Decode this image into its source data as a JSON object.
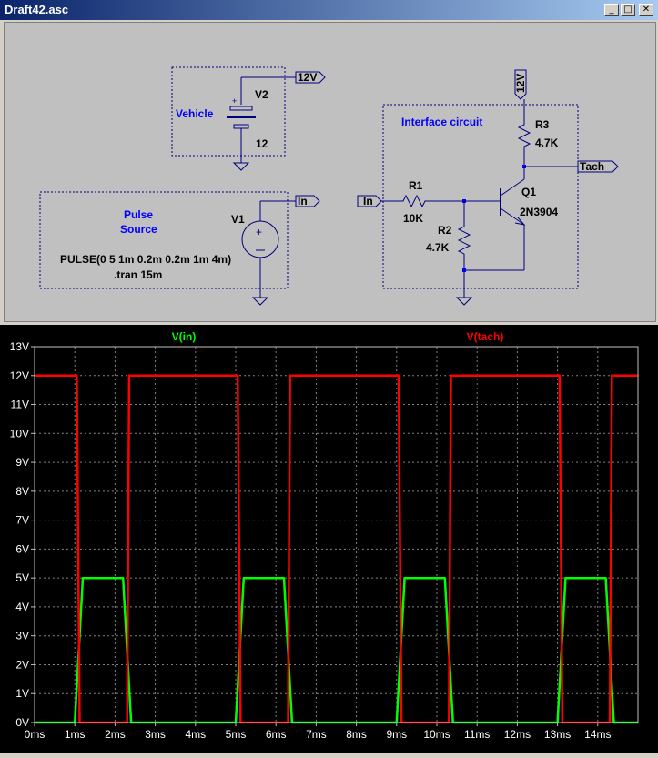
{
  "window": {
    "title": "Draft42.asc",
    "minimize": "_",
    "maximize": "□",
    "close": "✕"
  },
  "schematic": {
    "vehicle_label": "Vehicle",
    "v2_name": "V2",
    "v2_value": "12",
    "plus_sign": "+",
    "net_12v": "12V",
    "pulse_label_1": "Pulse",
    "pulse_label_2": "Source",
    "v1_name": "V1",
    "pulse_directive": "PULSE(0 5 1m 0.2m 0.2m 1m 4m)",
    "tran_directive": ".tran 15m",
    "net_in": "In",
    "interface_label": "Interface circuit",
    "r1_name": "R1",
    "r1_value": "10K",
    "r2_name": "R2",
    "r2_value": "4.7K",
    "r3_name": "R3",
    "r3_value": "4.7K",
    "q1_name": "Q1",
    "q1_model": "2N3904",
    "net_tach": "Tach",
    "net_12v_top": "12V"
  },
  "colors": {
    "background": "#d4d0c8",
    "schematic_bg": "#c0c0c0",
    "wire": "#000080",
    "ground": "#000080",
    "plot_bg": "#000000",
    "v_in": "#00ff00",
    "v_tach": "#ff0000",
    "grid": "#808080"
  },
  "chart_data": {
    "type": "line",
    "title": "",
    "xlabel": "",
    "ylabel": "",
    "xlim": [
      0,
      15
    ],
    "ylim": [
      0,
      13
    ],
    "x_ticks": [
      "0ms",
      "1ms",
      "2ms",
      "3ms",
      "4ms",
      "5ms",
      "6ms",
      "7ms",
      "8ms",
      "9ms",
      "10ms",
      "11ms",
      "12ms",
      "13ms",
      "14ms"
    ],
    "y_ticks": [
      "0V",
      "1V",
      "2V",
      "3V",
      "4V",
      "5V",
      "6V",
      "7V",
      "8V",
      "9V",
      "10V",
      "11V",
      "12V",
      "13V"
    ],
    "grid": true,
    "series": [
      {
        "name": "V(in)",
        "color": "#00ff00",
        "x": [
          0,
          1,
          1.2,
          2.2,
          2.4,
          5,
          5.2,
          6.2,
          6.4,
          9,
          9.2,
          10.2,
          10.4,
          13,
          13.2,
          14.2,
          14.4,
          15
        ],
        "y": [
          0,
          0,
          5,
          5,
          0,
          0,
          5,
          5,
          0,
          0,
          5,
          5,
          0,
          0,
          5,
          5,
          0,
          0
        ]
      },
      {
        "name": "V(tach)",
        "color": "#ff0000",
        "x": [
          0,
          1.05,
          1.12,
          2.3,
          2.35,
          5.05,
          5.12,
          6.3,
          6.35,
          9.05,
          9.12,
          10.3,
          10.35,
          13.05,
          13.12,
          14.3,
          14.35,
          15
        ],
        "y": [
          12,
          12,
          0,
          0,
          12,
          12,
          0,
          0,
          12,
          12,
          0,
          0,
          12,
          12,
          0,
          0,
          12,
          12
        ]
      }
    ]
  }
}
